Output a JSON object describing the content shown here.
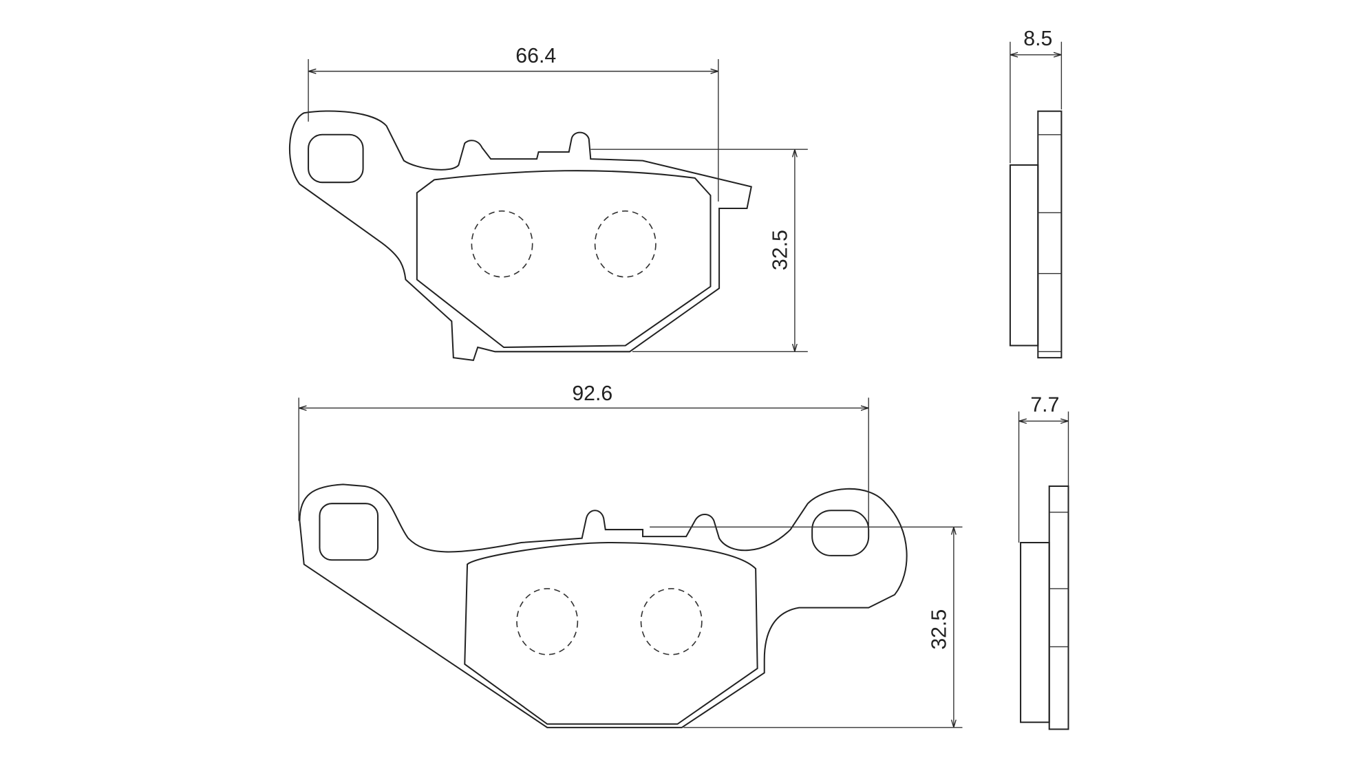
{
  "top_pad": {
    "width_label": "66.4",
    "height_label": "32.5",
    "thickness_label": "8.5"
  },
  "bottom_pad": {
    "width_label": "92.6",
    "height_label": "32.5",
    "thickness_label": "7.7"
  }
}
